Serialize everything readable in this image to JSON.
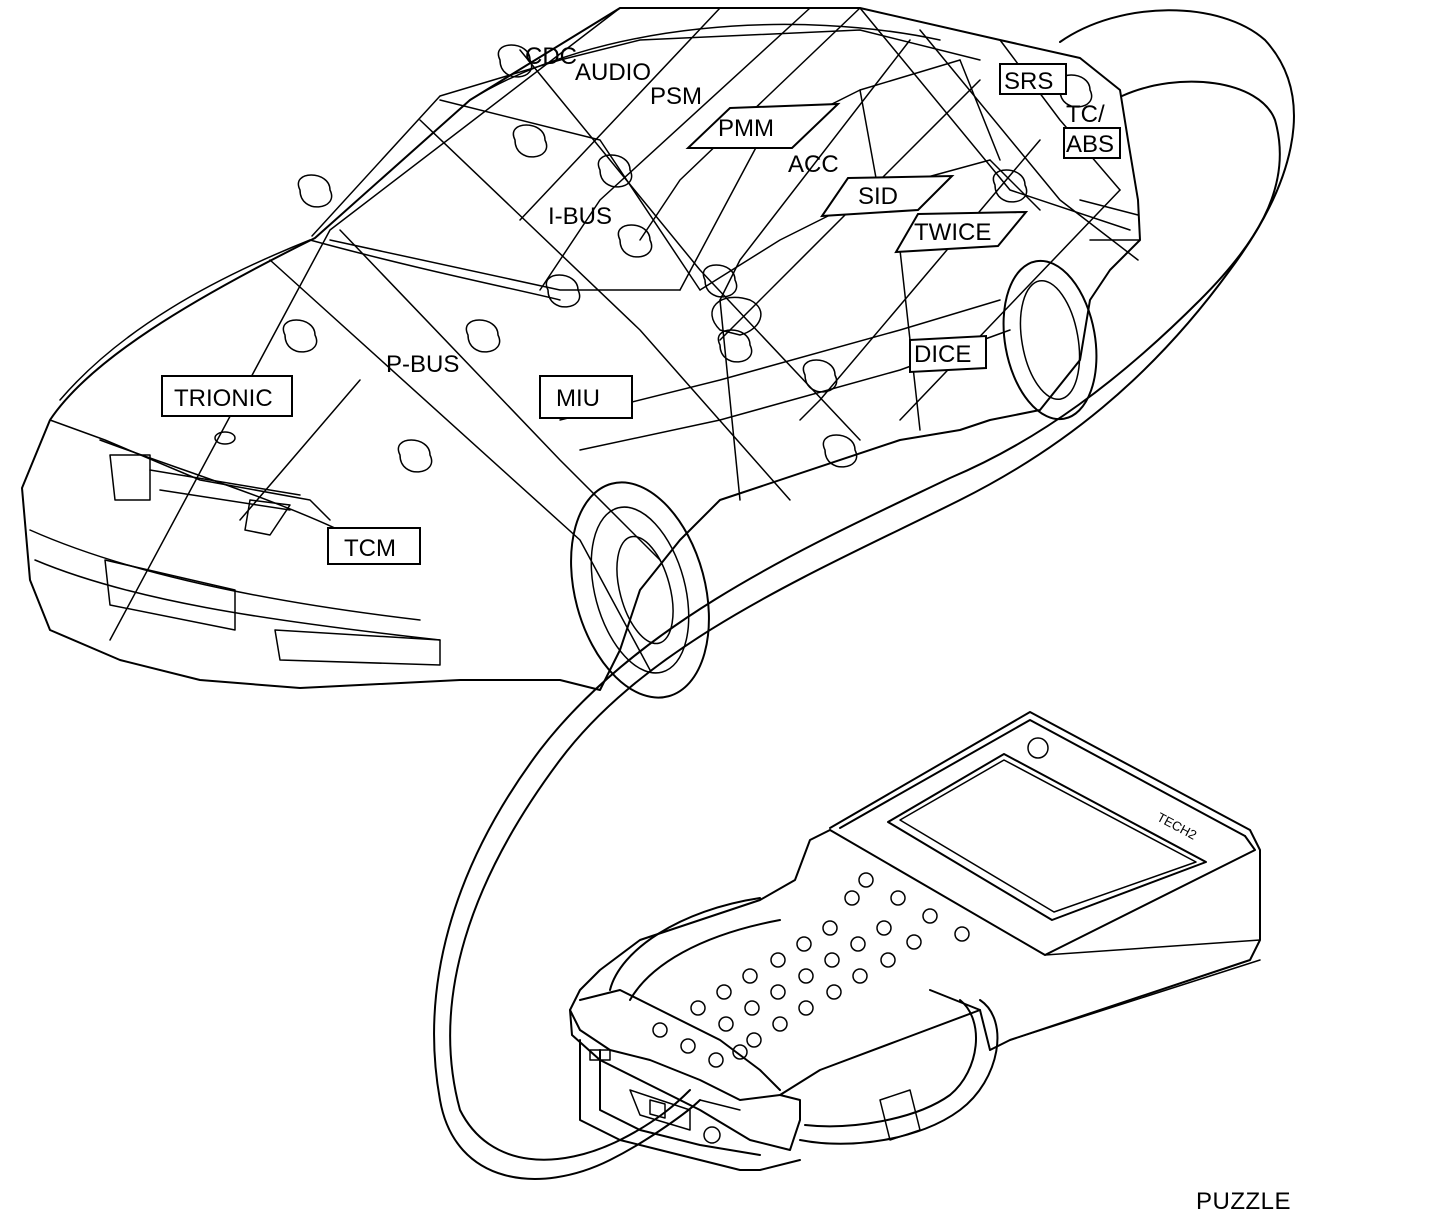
{
  "labels": {
    "cdc": "CDC",
    "audio": "AUDIO",
    "psm": "PSM",
    "pmm": "PMM",
    "acc": "ACC",
    "srs": "SRS",
    "tc": "TC/",
    "abs": "ABS",
    "ibus": "I-BUS",
    "sid": "SID",
    "twice": "TWICE",
    "pbus": "P-BUS",
    "trionic": "TRIONIC",
    "miu": "MIU",
    "dice": "DICE",
    "tcm": "TCM"
  },
  "tool": {
    "model_text": "TECH2"
  },
  "caption": "PUZZLE"
}
